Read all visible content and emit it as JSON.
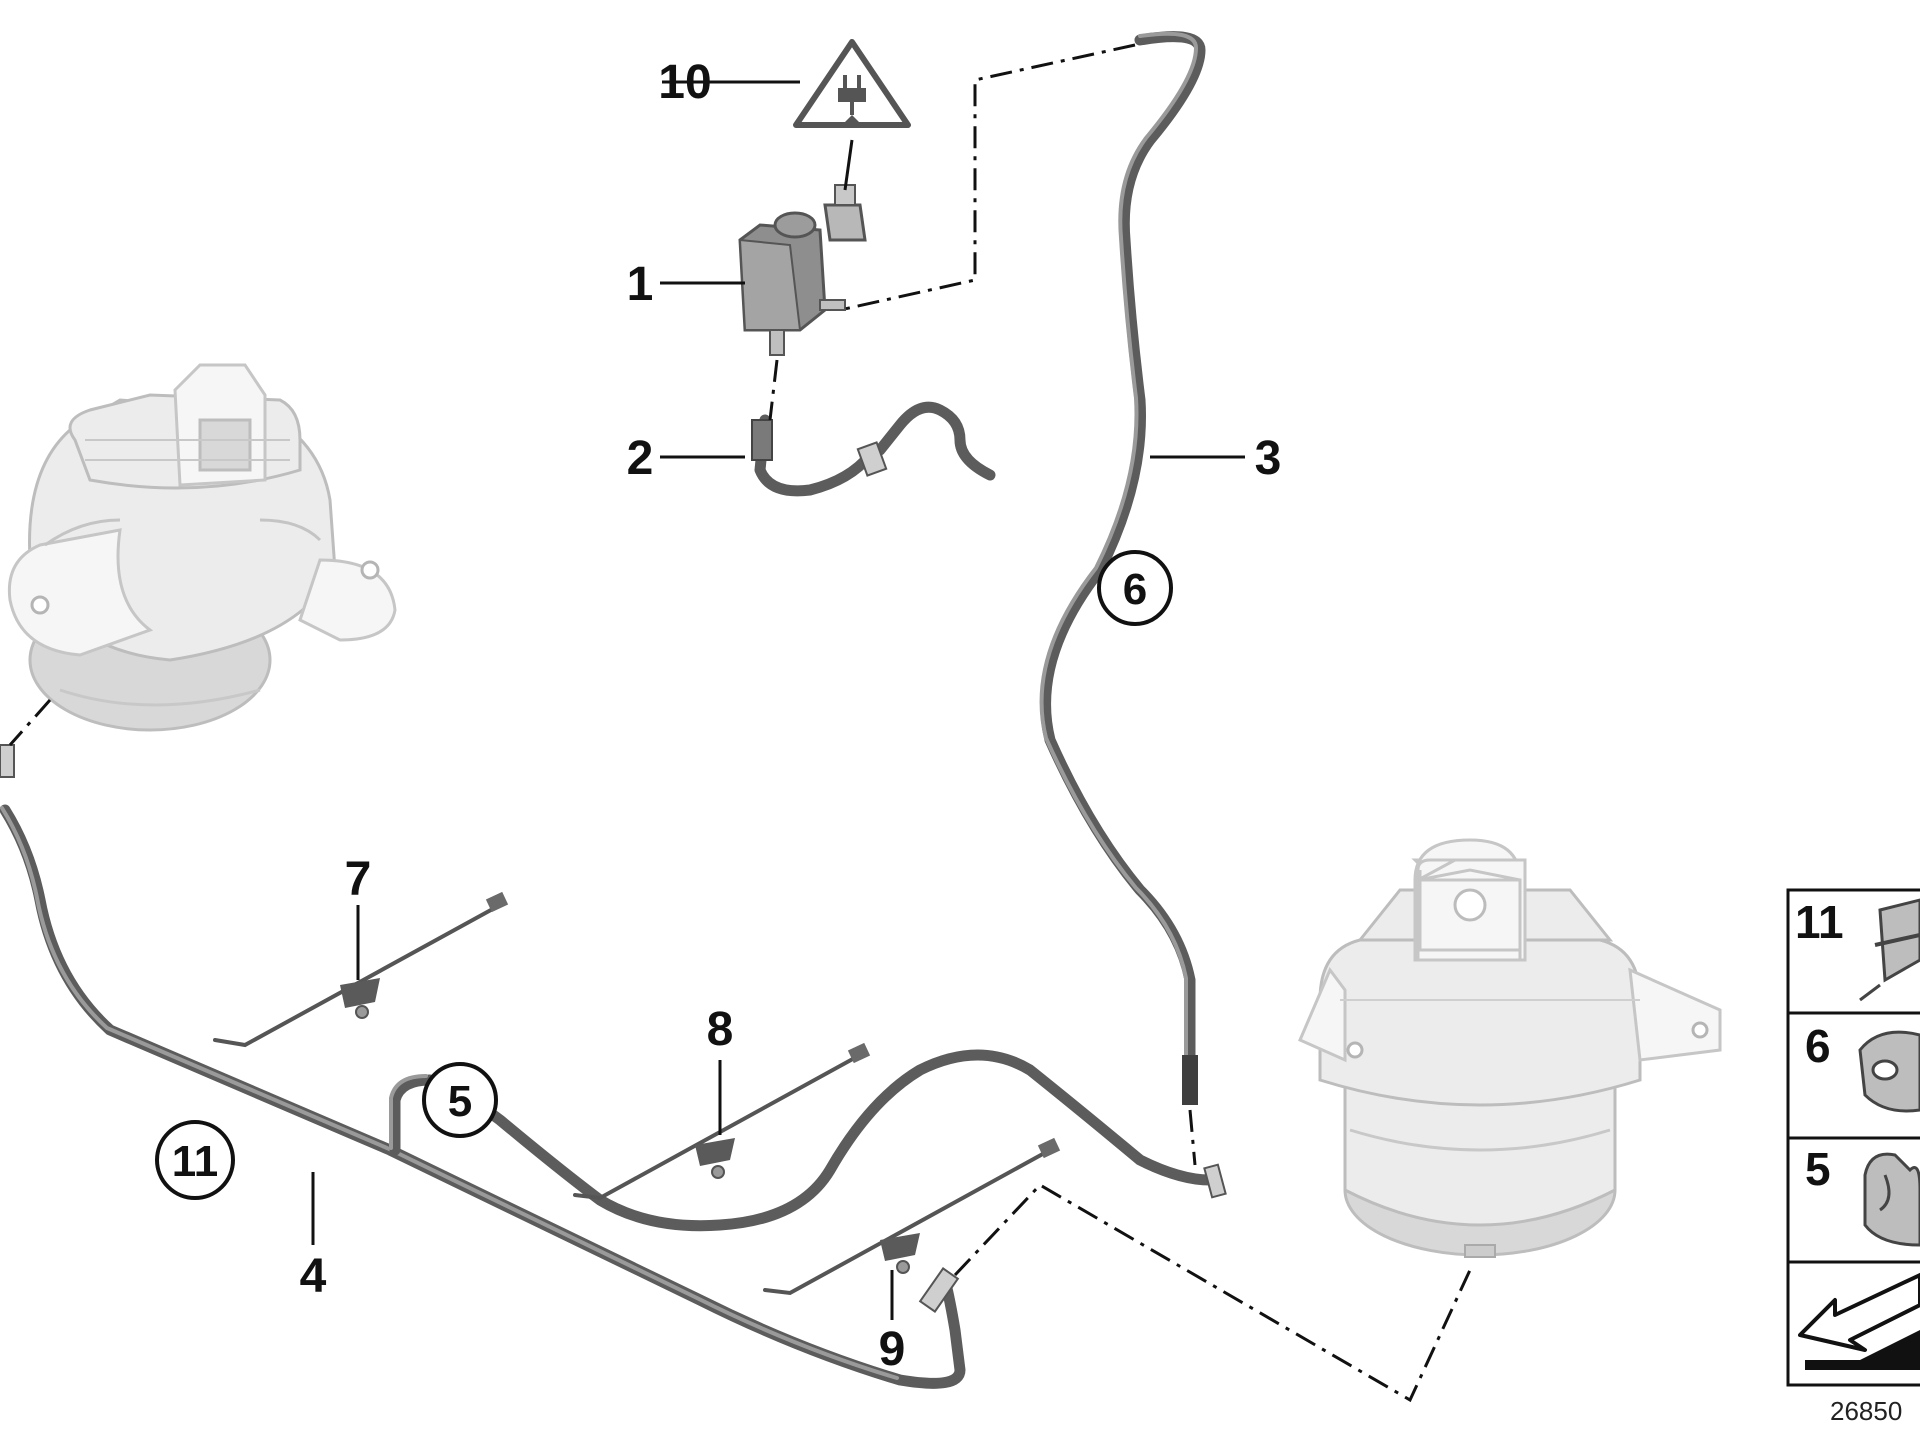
{
  "callouts": {
    "c1": "1",
    "c2": "2",
    "c3": "3",
    "c4": "4",
    "c7": "7",
    "c8": "8",
    "c9": "9",
    "c10": "10"
  },
  "circled": {
    "c5": "5",
    "c6": "6",
    "c11": "11"
  },
  "legend": {
    "items": [
      {
        "label": "11",
        "icon": "double-clip-icon"
      },
      {
        "label": "6",
        "icon": "hose-clip-icon"
      },
      {
        "label": "5",
        "icon": "open-clip-icon"
      }
    ],
    "last_icon": "pointing-arrow-icon"
  },
  "reference_number": "26850"
}
